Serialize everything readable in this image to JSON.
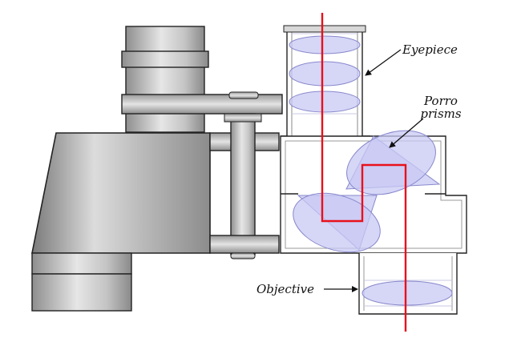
{
  "labels": {
    "eyepiece": "Eyepiece",
    "porro_line1": "Porro",
    "porro_line2": "prisms",
    "objective": "Objective"
  },
  "colors": {
    "light_path": "#e8101c",
    "optics_fill": "#c8c8f4",
    "optics_stroke": "#8888cc",
    "body_dark": "#8a8a8a",
    "body_light": "#e2e2e2",
    "outline": "#222222"
  }
}
